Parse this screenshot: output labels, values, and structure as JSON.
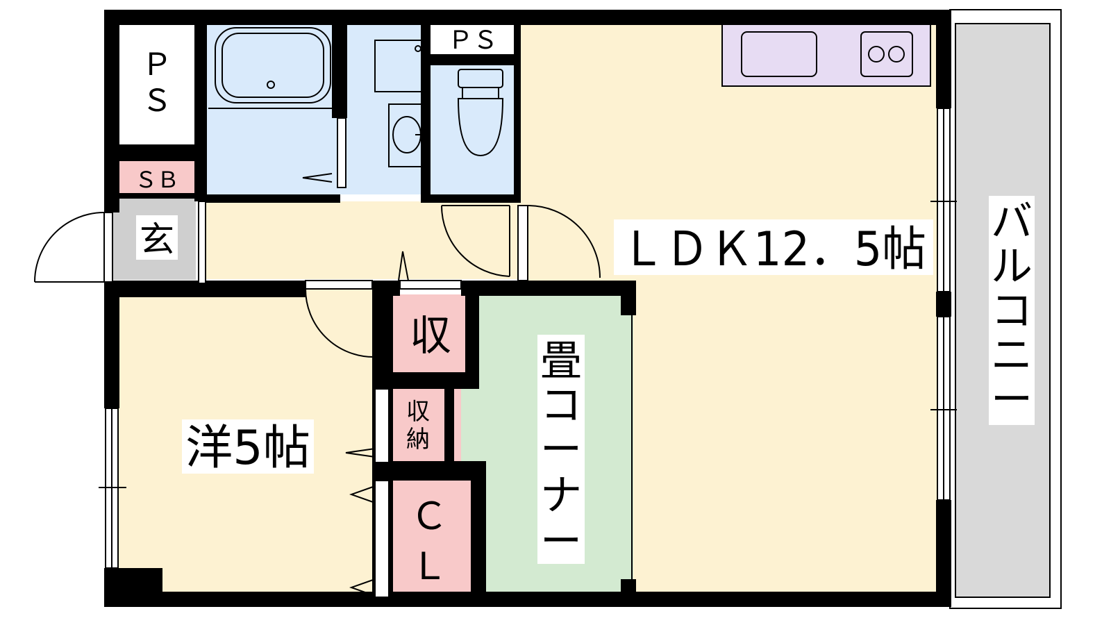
{
  "colors": {
    "wall": "#000000",
    "floor_yellow": "#fdf2d2",
    "wet_blue": "#d9eafb",
    "tatami_green": "#d3ead1",
    "storage_pink": "#f8c9c9",
    "entrance_gray": "#cfcfcf",
    "kitchen_lavender": "#e7dcf3",
    "balcony_gray": "#d9d9d9"
  },
  "rooms": {
    "ps_left": [
      "Ｐ",
      "Ｓ"
    ],
    "ps_top": "ＰＳ",
    "sb": "ＳＢ",
    "entrance": "玄",
    "ldk": "ＬＤＫ12．5帖",
    "western": "洋5帖",
    "storage_1": "収",
    "storage_2": [
      "収",
      "納"
    ],
    "closet": [
      "Ｃ",
      "Ｌ"
    ],
    "tatami": [
      "畳",
      "コ",
      "ー",
      "ナ",
      "ー"
    ],
    "balcony": [
      "バ",
      "ル",
      "コ",
      "ニ",
      "ー"
    ]
  },
  "icons": {
    "bath": "bathtub-icon",
    "sink": "washbasin-icon",
    "toilet": "toilet-icon",
    "kitchen_sink": "kitchen-sink-icon",
    "stove": "gas-stove-icon"
  }
}
